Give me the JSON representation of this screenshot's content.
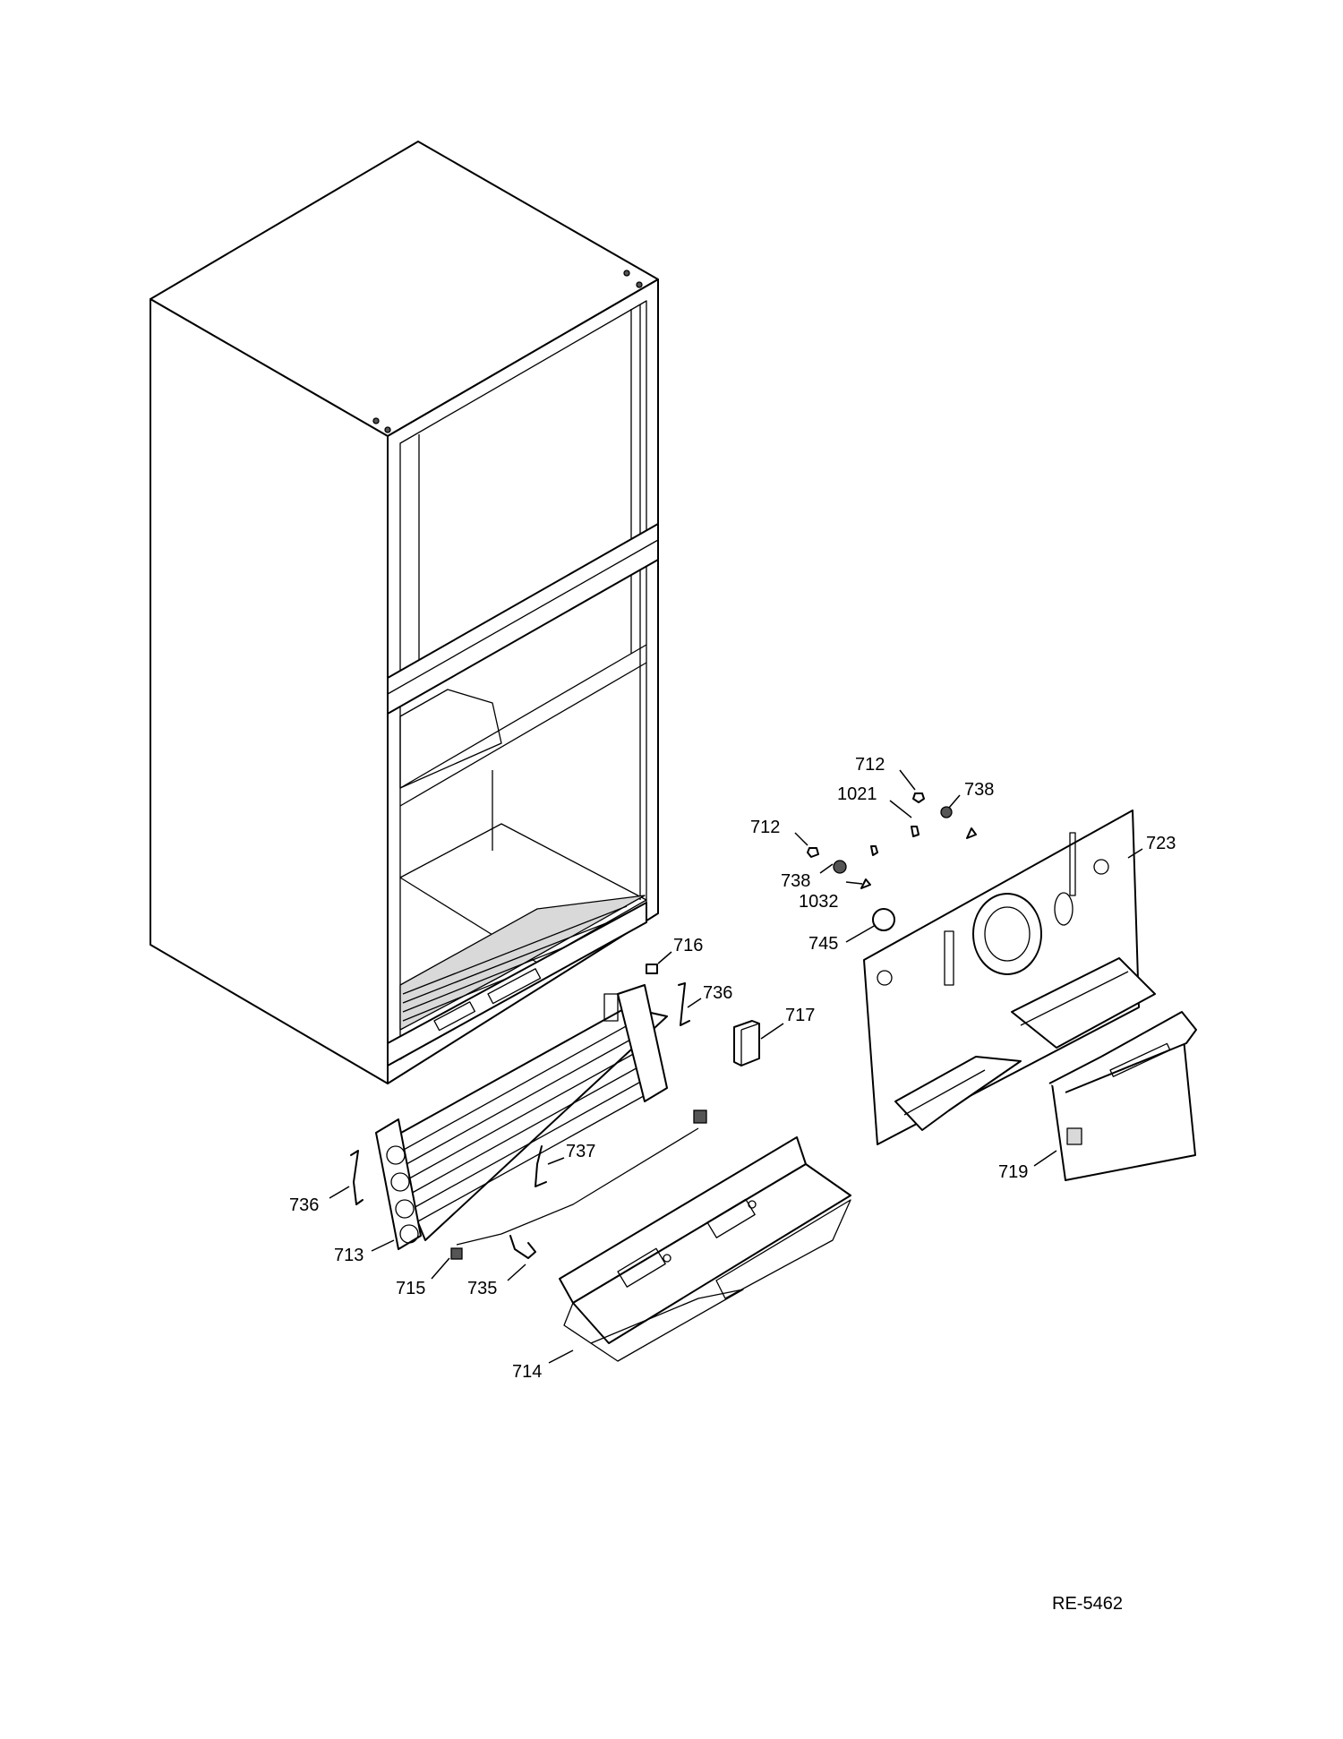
{
  "callouts": [
    {
      "id": "c-712a",
      "text": "712"
    },
    {
      "id": "c-1021",
      "text": "1021"
    },
    {
      "id": "c-738a",
      "text": "738"
    },
    {
      "id": "c-712b",
      "text": "712"
    },
    {
      "id": "c-738b",
      "text": "738"
    },
    {
      "id": "c-1032",
      "text": "1032"
    },
    {
      "id": "c-723",
      "text": "723"
    },
    {
      "id": "c-745",
      "text": "745"
    },
    {
      "id": "c-716",
      "text": "716"
    },
    {
      "id": "c-736a",
      "text": "736"
    },
    {
      "id": "c-717",
      "text": "717"
    },
    {
      "id": "c-737",
      "text": "737"
    },
    {
      "id": "c-736b",
      "text": "736"
    },
    {
      "id": "c-713",
      "text": "713"
    },
    {
      "id": "c-715",
      "text": "715"
    },
    {
      "id": "c-735",
      "text": "735"
    },
    {
      "id": "c-714",
      "text": "714"
    },
    {
      "id": "c-719",
      "text": "719"
    }
  ],
  "reference": "RE-5462"
}
